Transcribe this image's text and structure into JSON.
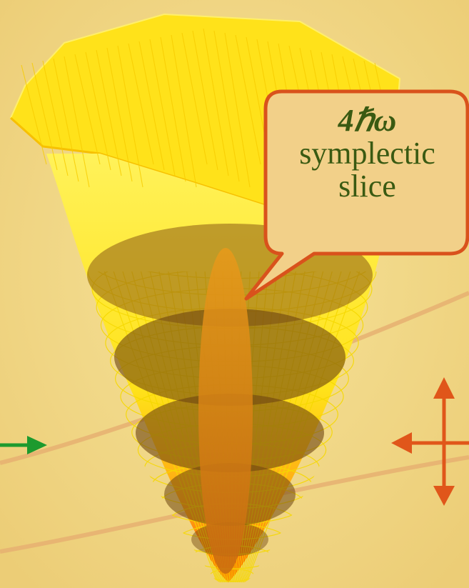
{
  "callout": {
    "energy_label": "4ℏω",
    "word1": "symplectic",
    "word2": "slice"
  },
  "colors": {
    "background": "#f2da86",
    "surface": "#ffef1a",
    "mesh": "#f0d000",
    "slice": "#8a5a14",
    "callout_border": "#d9521c",
    "callout_fill": "#f2d089",
    "text": "#3a5a12",
    "green_arrow": "#1d9a2e",
    "orange_arrow": "#e0561a",
    "orbit_curve": "#e6b071"
  },
  "icons": [
    "right-arrow-icon",
    "four-way-arrow-icon"
  ]
}
